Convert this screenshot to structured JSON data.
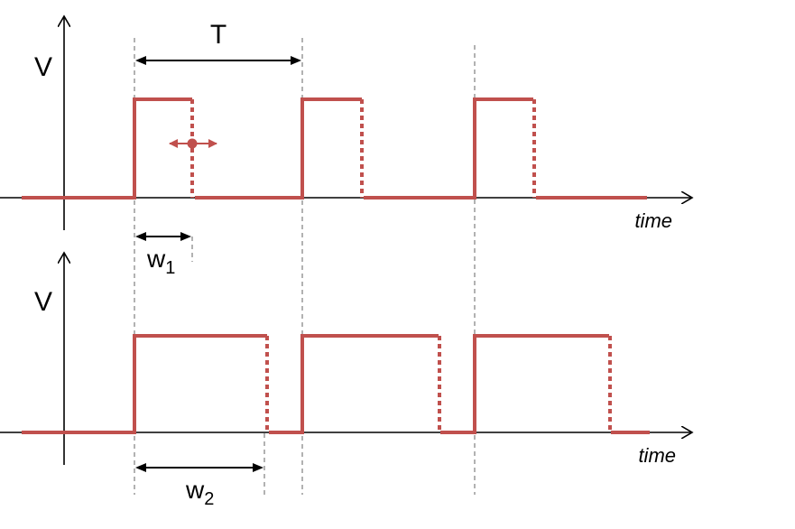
{
  "colors": {
    "signal": "#c0504d",
    "axis": "#000000",
    "guide": "#7f7f7f"
  },
  "top_plot": {
    "y_axis_label": "V",
    "x_axis_label": "time",
    "period_label": "T",
    "width_label": "w",
    "width_subscript": "1"
  },
  "bottom_plot": {
    "y_axis_label": "V",
    "x_axis_label": "time",
    "width_label": "w",
    "width_subscript": "2"
  }
}
